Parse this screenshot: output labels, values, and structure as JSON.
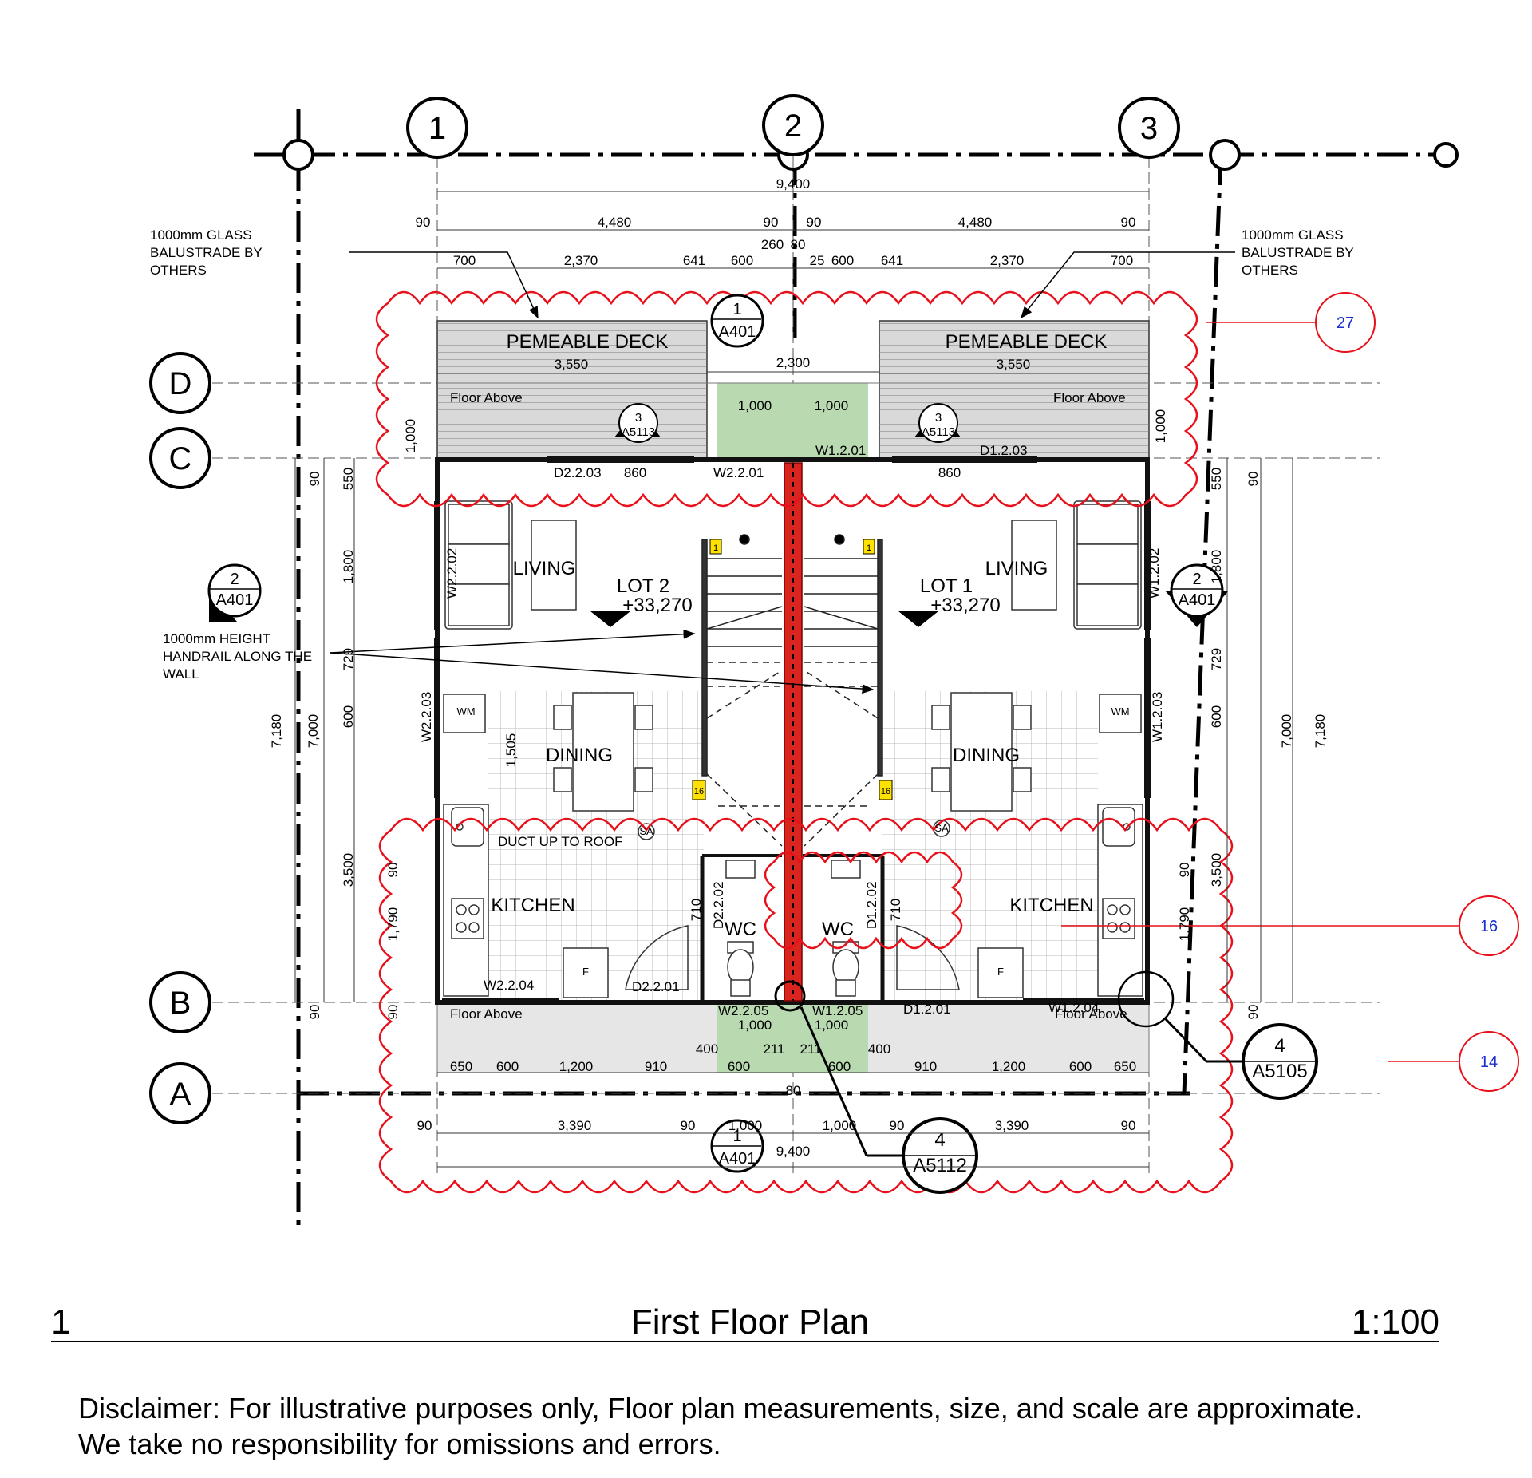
{
  "drawing": {
    "title": "First Floor Plan",
    "view_number": "1",
    "scale": "1:100",
    "disclaimer_line1": "Disclaimer: For illustrative purposes only, Floor plan measurements, size, and scale are approximate.",
    "disclaimer_line2": "We take no responsibility for omissions and errors."
  },
  "grid": {
    "columns": [
      "1",
      "2",
      "3"
    ],
    "rows": [
      "D",
      "C",
      "B",
      "A"
    ]
  },
  "lots": {
    "lot2": {
      "name": "LOT 2",
      "level": "+33,270"
    },
    "lot1": {
      "name": "LOT 1",
      "level": "+33,270"
    }
  },
  "rooms": {
    "deck": "PEMEABLE DECK",
    "living": "LIVING",
    "dining": "DINING",
    "kitchen": "KITCHEN",
    "wc": "WC",
    "floor_above": "Floor Above",
    "wm": "WM",
    "fridge": "F"
  },
  "notes": {
    "balustrade_l1": "1000mm GLASS",
    "balustrade_l2": "BALUSTRADE BY",
    "balustrade_l3": "OTHERS",
    "handrail_l1": "1000mm HEIGHT",
    "handrail_l2": "HANDRAIL ALONG THE",
    "handrail_l3": "WALL",
    "duct": "DUCT UP TO ROOF",
    "sa": "SA"
  },
  "openings": {
    "d2203": "D2.2.03",
    "d1203": "D1.2.03",
    "w2201": "W2.2.01",
    "w1201": "W1.2.01",
    "w2202": "W2.2.02",
    "w1202": "W1.2.02",
    "w2203": "W2.2.03",
    "w1203": "W1.2.03",
    "w2204": "W2.2.04",
    "w1204": "W1.2.04",
    "w2205": "W2.2.05",
    "w1205": "W1.2.05",
    "d2201": "D2.2.01",
    "d1201": "D1.2.01",
    "d2202": "D2.2.02",
    "d1202": "D1.2.02"
  },
  "section_marks": {
    "s1_num": "1",
    "s1_ref": "A401",
    "s2_num": "2",
    "s2_ref": "A401",
    "s3_num": "3",
    "s3_ref": "A5113",
    "d4_num": "4",
    "d4_ref": "A5105",
    "d4b_ref": "A5112"
  },
  "revisions": [
    "27",
    "16",
    "14"
  ],
  "stair_tags": [
    "1",
    "16"
  ],
  "dims": {
    "overall": "9,400",
    "top2": [
      "90",
      "4,480",
      "90",
      "90",
      "4,480",
      "90"
    ],
    "top3_l": [
      "700",
      "2,370",
      "641",
      "600",
      "25"
    ],
    "top3_r": [
      "600",
      "641",
      "2,370",
      "700"
    ],
    "mid_260": "260",
    "mid_80": "80",
    "deck": "3,550",
    "gap": "2,300",
    "green": "1,000",
    "door860": "860",
    "v1000": "1,000",
    "left_v": [
      "90",
      "550",
      "1,800",
      "729",
      "600",
      "3,500",
      "90",
      "1,790",
      "90"
    ],
    "v_7180": "7,180",
    "v_7000": "7,000",
    "v_1505": "1,505",
    "v_710": "710",
    "bot1": [
      "650",
      "600",
      "1,200",
      "910",
      "600",
      "211",
      "211",
      "600",
      "910",
      "1,200",
      "600",
      "650"
    ],
    "bot400": "400",
    "bot80": "80",
    "bot2": [
      "90",
      "3,390",
      "90",
      "1,000",
      "1,000",
      "90",
      "3,390",
      "90"
    ]
  },
  "colors": {
    "revision_cloud": "#e8101a",
    "party_wall": "#d9251d",
    "green_zone": "#b9d9b0",
    "deck_fill": "#d9d9d9",
    "floor_above_fill": "#e6e6e6",
    "tag_yellow": "#ffe100",
    "revision_text": "#1a2fd0"
  }
}
